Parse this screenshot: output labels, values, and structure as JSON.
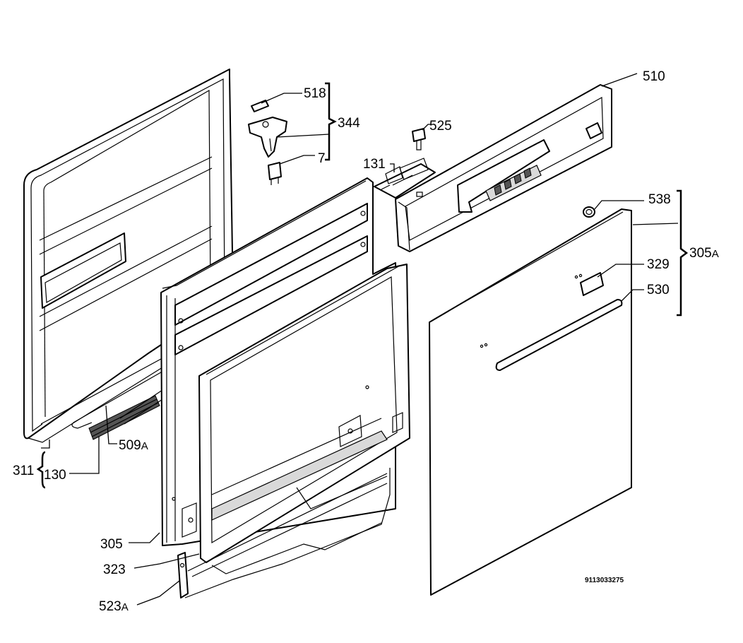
{
  "diagram": {
    "labels": {
      "p510": "510",
      "p518": "518",
      "p344": "344",
      "p525": "525",
      "p7": "7",
      "p131": "131",
      "p538": "538",
      "p305a_num": "305",
      "p305a_suffix": "A",
      "p329": "329",
      "p530": "530",
      "p509a_num": "509",
      "p509a_suffix": "A",
      "p311": "311",
      "p130": "130",
      "p305": "305",
      "p323": "323",
      "p523a_num": "523",
      "p523a_suffix": "A"
    },
    "document_number": "9113033275"
  }
}
